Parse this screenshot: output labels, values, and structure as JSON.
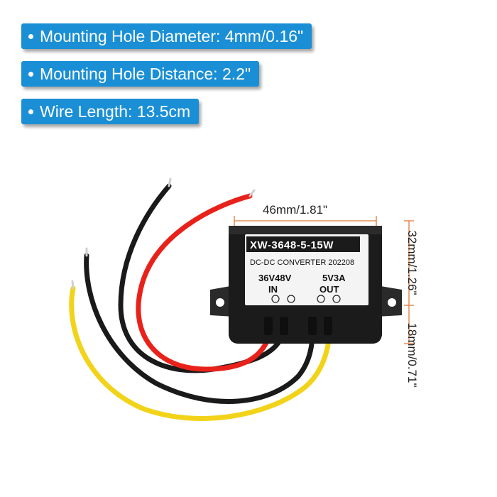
{
  "specs": [
    {
      "text": "Mounting Hole Diameter: 4mm/0.16\""
    },
    {
      "text": "Mounting Hole Distance: 2.2\""
    },
    {
      "text": "Wire Length: 13.5cm"
    }
  ],
  "dimensions": {
    "width": "46mm/1.81\"",
    "height_total": "32mm/1.26\"",
    "height_body": "18mm/0.71\""
  },
  "label": {
    "model": "XW-3648-5-15W",
    "converter": "DC-DC   CONVERTER 202208",
    "input_voltage": "36V48V",
    "output_rating": "5V3A",
    "in": "IN",
    "out": "OUT"
  },
  "colors": {
    "badge_blue": "#1a8fd6",
    "dimension_line": "#e07a3a",
    "wire_red": "#e8221b",
    "wire_black": "#1a1a1a",
    "wire_yellow": "#f2d31a",
    "module_body": "#1b1b1b"
  }
}
